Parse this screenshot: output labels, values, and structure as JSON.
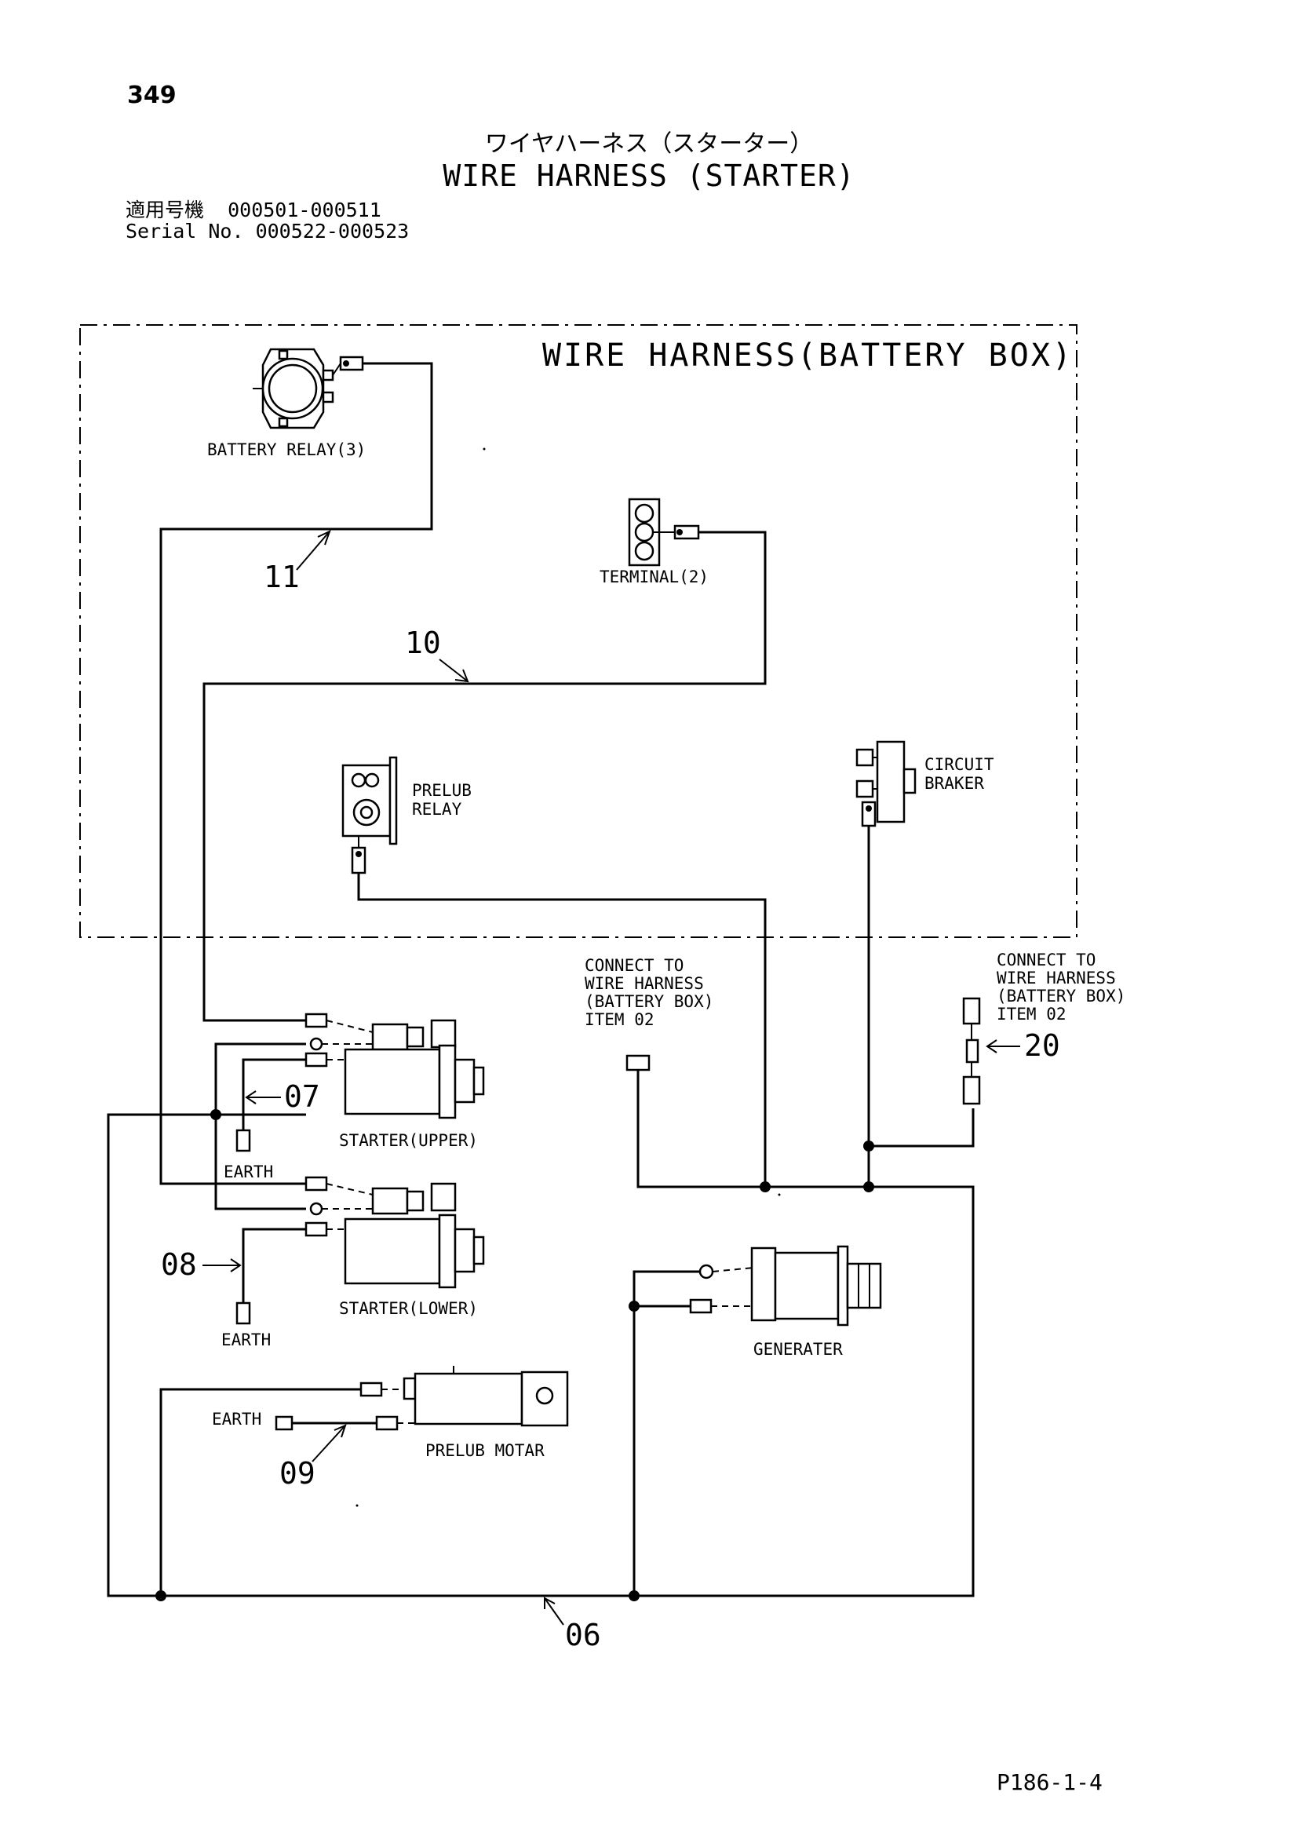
{
  "page_number": "349",
  "title_jp": "ワイヤハーネス（スターター）",
  "title_en": "WIRE HARNESS (STARTER)",
  "serial": {
    "line1": "適用号機  000501-000511",
    "line2": "Serial No. 000522-000523"
  },
  "box_title": "WIRE HARNESS(BATTERY BOX)",
  "labels": {
    "battery_relay": "BATTERY RELAY(3)",
    "terminal": "TERMINAL(2)",
    "prelub_relay_1": "PRELUB",
    "prelub_relay_2": "RELAY",
    "circuit_1": "CIRCUIT",
    "circuit_2": "BRAKER",
    "connect_a_1": "CONNECT TO",
    "connect_a_2": "WIRE HARNESS",
    "connect_a_3": "(BATTERY BOX)",
    "connect_a_4": "ITEM 02",
    "connect_b_1": "CONNECT TO",
    "connect_b_2": "WIRE HARNESS",
    "connect_b_3": "(BATTERY BOX)",
    "connect_b_4": "ITEM 02",
    "starter_upper": "STARTER(UPPER)",
    "starter_lower": "STARTER(LOWER)",
    "earth_1": "EARTH",
    "earth_2": "EARTH",
    "earth_3": "EARTH",
    "generater": "GENERATER",
    "prelub_motar": "PRELUB MOTAR"
  },
  "item_numbers": {
    "n11": "11",
    "n10": "10",
    "n07": "07",
    "n08": "08",
    "n09": "09",
    "n06": "06",
    "n20": "20"
  },
  "part_code": "P186-1-4"
}
